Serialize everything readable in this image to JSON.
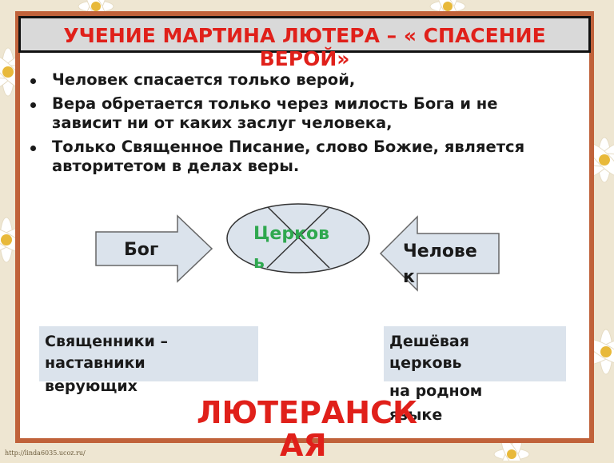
{
  "title": "УЧЕНИЕ МАРТИНА ЛЮТЕРА – « СПАСЕНИЕ ВЕРОЙ»",
  "bullets": [
    "Человек спасается только верой,",
    "Вера обретается только через милость Бога и не зависит ни от каких заслуг человека,",
    "Только Священное Писание, слово Божие, является авторитетом в делах веры."
  ],
  "diagram": {
    "left_arrow_label": "Бог",
    "right_arrow_label_line1": "Челове",
    "right_arrow_label_line2": "к",
    "ellipse_label_line1": "Церков",
    "ellipse_label_line2": "ь"
  },
  "left_box": {
    "line1": "Священники –",
    "line2": "наставники",
    "line3": "верующих"
  },
  "right_box": {
    "line1": "Дешёвая",
    "line2": "церковь",
    "line3": "на родном",
    "line4": "языке"
  },
  "footer_title_line1": "ЛЮТЕРАНСК",
  "footer_title_line2": "АЯ",
  "watermark": "http://linda6035.ucoz.ru/",
  "colors": {
    "title_red": "#e0201a",
    "frame_border": "#c0623a",
    "ellipse_label_green": "#2fa84f",
    "box_fill": "#dbe3ec"
  }
}
